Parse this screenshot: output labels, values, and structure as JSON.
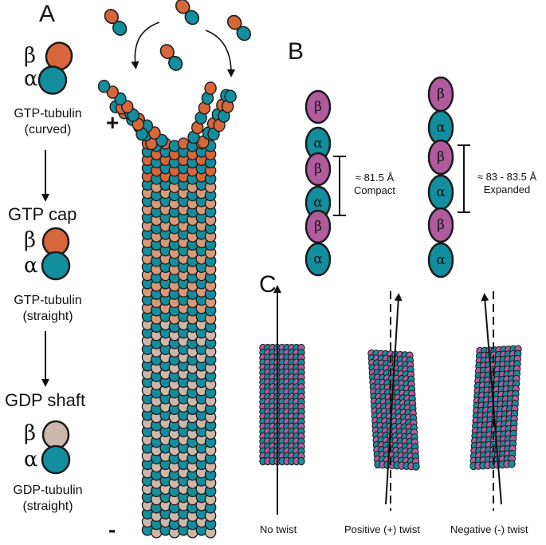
{
  "colors": {
    "beta_gtp": "#D6673B",
    "beta_cap": "#D79A78",
    "beta_gdp": "#CDB7AB",
    "alpha": "#138E9E",
    "beta_magenta": "#B05B9E",
    "outline": "#1b1b1b"
  },
  "panel_a": {
    "label": "A",
    "beta_symbol": "β",
    "alpha_symbol": "α",
    "stage1_caption_line1": "GTP-tubulin",
    "stage1_caption_line2": "(curved)",
    "stage2_title": "GTP cap",
    "stage2_caption_line1": "GTP-tubulin",
    "stage2_caption_line2": "(straight)",
    "stage3_title": "GDP shaft",
    "stage3_caption_line1": "GDP-tubulin",
    "stage3_caption_line2": "(straight)",
    "plus_end": "+",
    "minus_end": "-"
  },
  "panel_b": {
    "label": "B",
    "beta_symbol": "β",
    "alpha_symbol": "α",
    "compact_value": "≈ 81.5 Å",
    "compact_label": "Compact",
    "expanded_value": "≈  83 - 83.5 Å",
    "expanded_label": "Expanded"
  },
  "panel_c": {
    "label": "C",
    "no_twist": "No twist",
    "positive_twist": "Positive (+) twist",
    "negative_twist": "Negative (-) twist"
  }
}
